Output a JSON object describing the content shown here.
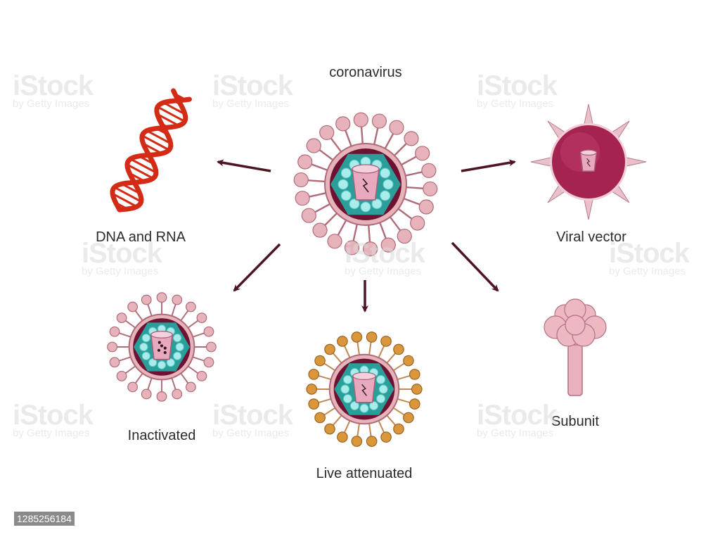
{
  "labels": {
    "center": "coronavirus",
    "dna": "DNA and RNA",
    "vector": "Viral vector",
    "inactivated": "Inactivated",
    "live": "Live attenuated",
    "subunit": "Subunit"
  },
  "watermark": {
    "brand": "iStock",
    "sub": "by Getty Images"
  },
  "stock_id": "1285256184",
  "colors": {
    "membrane": "#6e1233",
    "spike": "#e7b3ba",
    "spike_stroke": "#b06b78",
    "capsid": "#2a9f9a",
    "capsid_bead": "#a9ecec",
    "core": "#e8a8be",
    "dna": "#d42b16",
    "arrow": "#4d1424",
    "live_spike": "#d9963a",
    "vector_sphere": "#a52350"
  }
}
